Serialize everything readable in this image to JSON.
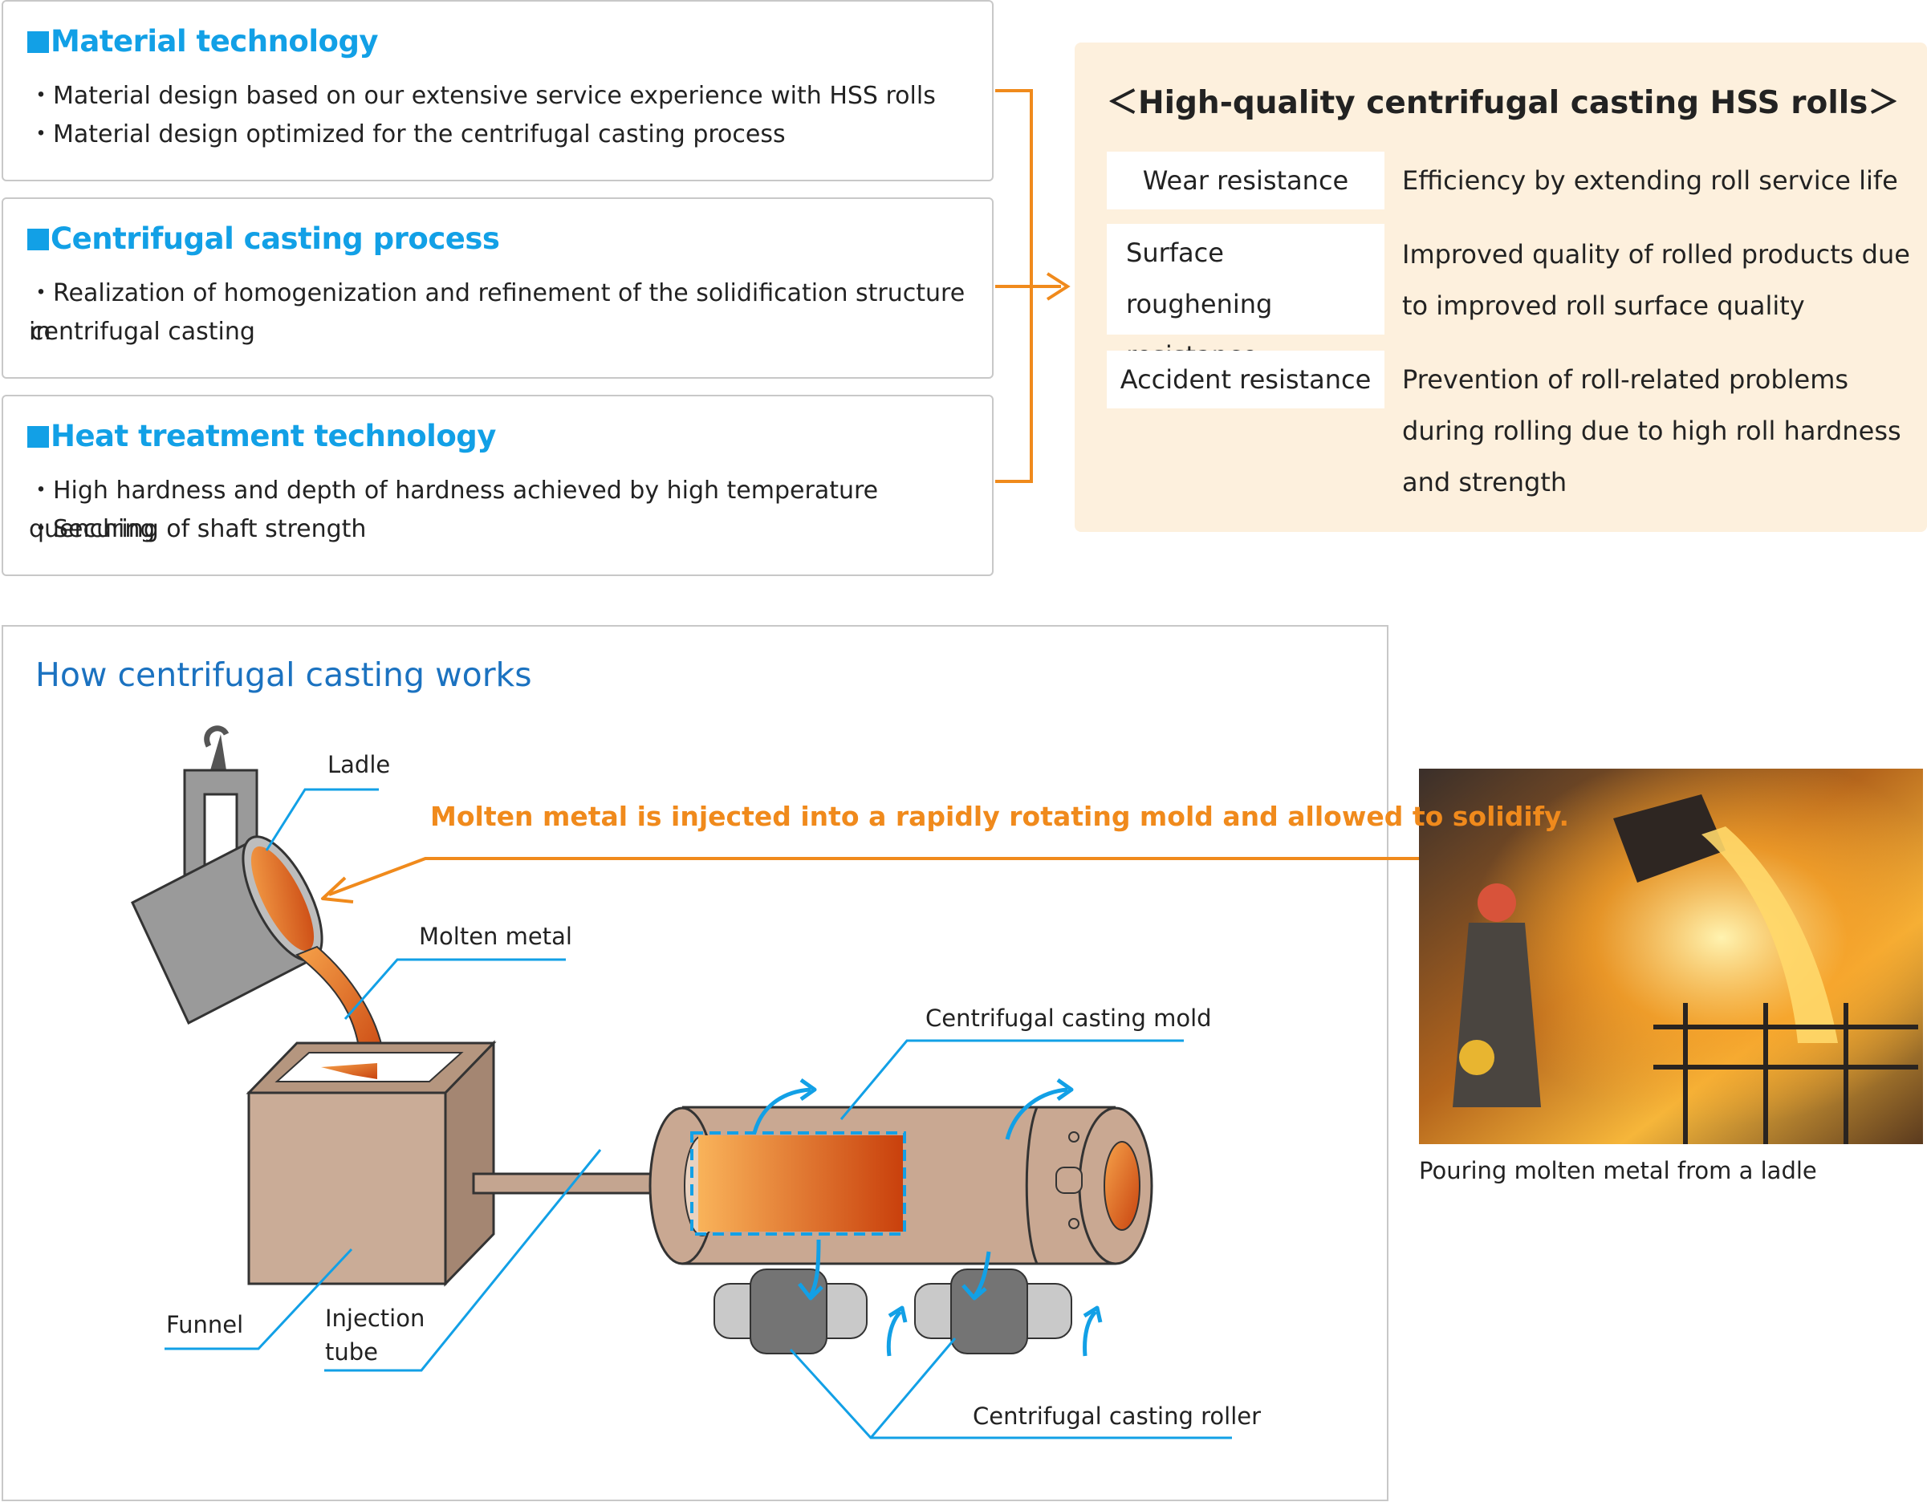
{
  "features": [
    {
      "title": "Material technology",
      "bullets": [
        "・Material design based on our extensive service experience with HSS rolls",
        "・Material design optimized for the centrifugal casting process"
      ]
    },
    {
      "title": "Centrifugal casting process",
      "bullets": [
        "・Realization of homogenization and refinement of the solidification structure in",
        "centrifugal casting"
      ]
    },
    {
      "title": "Heat treatment technology",
      "bullets": [
        "・High hardness and depth of hardness achieved by high temperature quenching",
        "・Securing of shaft strength"
      ]
    }
  ],
  "result": {
    "title": "＜High-quality centrifugal casting HSS rolls＞",
    "rows": [
      {
        "label": "Wear resistance",
        "value": [
          "Efficiency by extending roll service life"
        ]
      },
      {
        "label": "Surface roughening resistance",
        "value": [
          "Improved quality of rolled products due",
          "to improved roll surface quality"
        ]
      },
      {
        "label": "Accident resistance",
        "value": [
          "Prevention of roll-related problems",
          "during rolling due to high roll hardness",
          "and strength"
        ]
      }
    ]
  },
  "how": {
    "title": "How centrifugal casting works",
    "note": "Molten metal is injected into a rapidly rotating mold and allowed to solidify.",
    "labels": {
      "ladle": "Ladle",
      "molten_metal": "Molten metal",
      "mold": "Centrifugal casting mold",
      "funnel": "Funnel",
      "injection_tube_1": "Injection",
      "injection_tube_2": "tube",
      "roller": "Centrifugal casting roller"
    }
  },
  "photo_caption": "Pouring molten metal from a ladle",
  "colors": {
    "heading_blue": "#12a0e6",
    "title_blue": "#1b72c0",
    "orange": "#f08a1c",
    "result_bg": "#fdf0dd"
  }
}
